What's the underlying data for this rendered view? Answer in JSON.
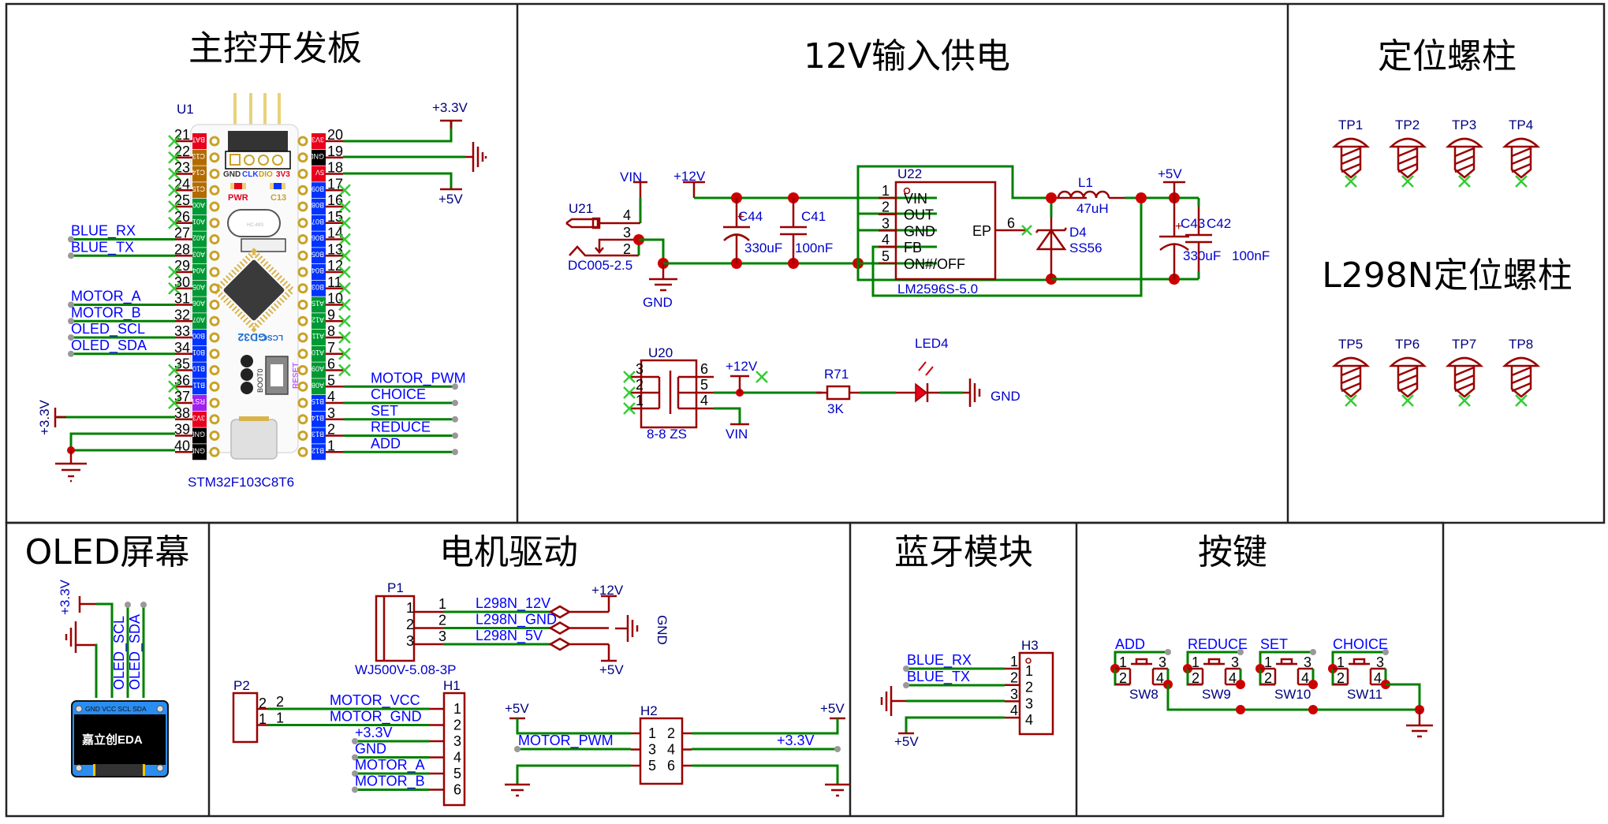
{
  "sections": {
    "mcu": {
      "title": "主控开发板"
    },
    "power": {
      "title": "12V输入供电"
    },
    "standoffs": {
      "title": "定位螺柱",
      "subtitle": "L298N定位螺柱"
    },
    "oled": {
      "title": "OLED屏幕"
    },
    "motor": {
      "title": "电机驱动"
    },
    "bluetooth": {
      "title": "蓝牙模块"
    },
    "keys": {
      "title": "按键"
    }
  },
  "mcu": {
    "designator": "U1",
    "part": "STM32F103C8T6",
    "brand": "GD32",
    "logo": "LCSC",
    "boot_label": "BOOT0",
    "reset_label": "RESET",
    "led_labels": [
      "PWR",
      "C13"
    ],
    "swd_labels": [
      "GND",
      "CLK",
      "DIO",
      "3V3"
    ],
    "crystal_label": "HC-49S",
    "left_pins": [
      {
        "num": "21",
        "name": "BAT",
        "color": "#e8001c",
        "net": "",
        "nc": true
      },
      {
        "num": "22",
        "name": "C13",
        "color": "#b36b00",
        "net": "",
        "nc": true
      },
      {
        "num": "23",
        "name": "C14",
        "color": "#b36b00",
        "net": "",
        "nc": true
      },
      {
        "num": "24",
        "name": "C15",
        "color": "#b36b00",
        "net": "",
        "nc": true
      },
      {
        "num": "25",
        "name": "A00",
        "color": "#009933",
        "net": "",
        "nc": true
      },
      {
        "num": "26",
        "name": "A01",
        "color": "#009933",
        "net": "",
        "nc": true
      },
      {
        "num": "27",
        "name": "A02",
        "color": "#009933",
        "net": "BLUE_RX",
        "nc": false
      },
      {
        "num": "28",
        "name": "A03",
        "color": "#009933",
        "net": "BLUE_TX",
        "nc": false
      },
      {
        "num": "29",
        "name": "A04",
        "color": "#009933",
        "net": "",
        "nc": true
      },
      {
        "num": "30",
        "name": "A05",
        "color": "#009933",
        "net": "",
        "nc": true
      },
      {
        "num": "31",
        "name": "A06",
        "color": "#009933",
        "net": "MOTOR_A",
        "nc": false
      },
      {
        "num": "32",
        "name": "A07",
        "color": "#009933",
        "net": "MOTOR_B",
        "nc": false
      },
      {
        "num": "33",
        "name": "B00",
        "color": "#0033ff",
        "net": "OLED_SCL",
        "nc": false
      },
      {
        "num": "34",
        "name": "B01",
        "color": "#0033ff",
        "net": "OLED_SDA",
        "nc": false
      },
      {
        "num": "35",
        "name": "B10",
        "color": "#0033ff",
        "net": "",
        "nc": true
      },
      {
        "num": "36",
        "name": "B11",
        "color": "#0033ff",
        "net": "",
        "nc": true
      },
      {
        "num": "37",
        "name": "RST",
        "color": "#a020f0",
        "net": "",
        "nc": true
      },
      {
        "num": "38",
        "name": "3V3",
        "color": "#e8001c",
        "net": "+3.3V",
        "nc": false
      },
      {
        "num": "39",
        "name": "GND",
        "color": "#000000",
        "net": "GND",
        "nc": false
      },
      {
        "num": "40",
        "name": "GND",
        "color": "#000000",
        "net": "GND",
        "nc": false
      }
    ],
    "right_pins": [
      {
        "num": "20",
        "name": "3V3",
        "color": "#e8001c",
        "net": "+3.3V",
        "nc": false
      },
      {
        "num": "19",
        "name": "GND",
        "color": "#000000",
        "net": "GND",
        "nc": false
      },
      {
        "num": "18",
        "name": "5V",
        "color": "#e8001c",
        "net": "+5V",
        "nc": false
      },
      {
        "num": "17",
        "name": "B09",
        "color": "#0033ff",
        "net": "",
        "nc": true
      },
      {
        "num": "16",
        "name": "B08",
        "color": "#0033ff",
        "net": "",
        "nc": true
      },
      {
        "num": "15",
        "name": "B07",
        "color": "#0033ff",
        "net": "",
        "nc": true
      },
      {
        "num": "14",
        "name": "B06",
        "color": "#0033ff",
        "net": "",
        "nc": true
      },
      {
        "num": "13",
        "name": "B05",
        "color": "#0033ff",
        "net": "",
        "nc": true
      },
      {
        "num": "12",
        "name": "B04",
        "color": "#0033ff",
        "net": "",
        "nc": true
      },
      {
        "num": "11",
        "name": "B03",
        "color": "#0033ff",
        "net": "",
        "nc": true
      },
      {
        "num": "10",
        "name": "A15",
        "color": "#009933",
        "net": "",
        "nc": true
      },
      {
        "num": "9",
        "name": "A12",
        "color": "#009933",
        "net": "",
        "nc": true
      },
      {
        "num": "8",
        "name": "A11",
        "color": "#009933",
        "net": "",
        "nc": true
      },
      {
        "num": "7",
        "name": "A10",
        "color": "#009933",
        "net": "",
        "nc": true
      },
      {
        "num": "6",
        "name": "A09",
        "color": "#009933",
        "net": "",
        "nc": true
      },
      {
        "num": "5",
        "name": "A08",
        "color": "#009933",
        "net": "MOTOR_PWM",
        "nc": false
      },
      {
        "num": "4",
        "name": "B15",
        "color": "#0033ff",
        "net": "CHOICE",
        "nc": false
      },
      {
        "num": "3",
        "name": "B14",
        "color": "#0033ff",
        "net": "SET",
        "nc": false
      },
      {
        "num": "2",
        "name": "B13",
        "color": "#0033ff",
        "net": "REDUCE",
        "nc": false
      },
      {
        "num": "1",
        "name": "B12",
        "color": "#0033ff",
        "net": "ADD",
        "nc": false
      }
    ],
    "power_labels": {
      "v33": "+3.3V",
      "v5": "+5V",
      "v33_left": "+3.3V"
    }
  },
  "power": {
    "vin_label": "VIN",
    "v12_label": "+12V",
    "gnd_label": "GND",
    "v5_label": "+5V",
    "jack": {
      "designator": "U21",
      "part": "DC005-2.5",
      "pins": [
        "4",
        "3",
        "2"
      ]
    },
    "c44": {
      "designator": "C44",
      "value": "330uF"
    },
    "c41": {
      "designator": "C41",
      "value": "100nF"
    },
    "c43": {
      "designator": "C43",
      "value": "330uF"
    },
    "c42": {
      "designator": "C42",
      "value": "100nF"
    },
    "regulator": {
      "designator": "U22",
      "part": "LM2596S-5.0",
      "pins": [
        {
          "num": "1",
          "name": "VIN"
        },
        {
          "num": "2",
          "name": "OUT"
        },
        {
          "num": "3",
          "name": "GND"
        },
        {
          "num": "4",
          "name": "FB"
        },
        {
          "num": "5",
          "name": "ON#/OFF"
        }
      ],
      "ep_pin": {
        "num": "6",
        "name": "EP"
      }
    },
    "inductor": {
      "designator": "L1",
      "value": "47uH"
    },
    "diode": {
      "designator": "D4",
      "value": "SS56"
    },
    "switch": {
      "designator": "U20",
      "part": "8-8 ZS",
      "pins": [
        "3",
        "2",
        "1",
        "6",
        "5",
        "4"
      ]
    },
    "resistor": {
      "designator": "R71",
      "value": "3K"
    },
    "led": {
      "designator": "LED4"
    },
    "switch_v12": "+12V",
    "switch_vin": "VIN",
    "led_gnd": "GND"
  },
  "standoffs": {
    "top": [
      "TP1",
      "TP2",
      "TP3",
      "TP4"
    ],
    "bottom": [
      "TP5",
      "TP6",
      "TP7",
      "TP8"
    ]
  },
  "oled": {
    "v33": "+3.3V",
    "nets": [
      "OLED_SCL",
      "OLED_SDA"
    ],
    "pin_labels": "GND VCC SCL  SDA",
    "screen_text": "嘉立创EDA"
  },
  "motor": {
    "p1": {
      "designator": "P1",
      "part": "WJ500V-5.08-3P",
      "pins": [
        "1",
        "2",
        "3"
      ]
    },
    "p1_nets": [
      "L298N_12V",
      "L298N_GND",
      "L298N_5V"
    ],
    "p1_power": {
      "v12": "+12V",
      "gnd": "GND",
      "v5": "+5V"
    },
    "p2": {
      "designator": "P2",
      "pins": [
        "2",
        "1"
      ]
    },
    "h1": {
      "designator": "H1",
      "pins": [
        "1",
        "2",
        "3",
        "4",
        "5",
        "6"
      ]
    },
    "h1_nets": [
      "MOTOR_VCC",
      "MOTOR_GND",
      "+3.3V",
      "GND",
      "MOTOR_A",
      "MOTOR_B"
    ],
    "h2": {
      "designator": "H2",
      "pins_left": [
        "1",
        "3",
        "5"
      ],
      "pins_right": [
        "2",
        "4",
        "6"
      ]
    },
    "h2_nets": {
      "left_power": "+5V",
      "right_power": "+5V",
      "pwm": "MOTOR_PWM",
      "v33": "+3.3V"
    }
  },
  "bluetooth": {
    "h3": {
      "designator": "H3",
      "pins": [
        "1",
        "2",
        "3",
        "4"
      ]
    },
    "nets": [
      "BLUE_RX",
      "BLUE_TX"
    ],
    "v5": "+5V"
  },
  "keys": {
    "switches": [
      {
        "designator": "SW8",
        "net": "ADD"
      },
      {
        "designator": "SW9",
        "net": "REDUCE"
      },
      {
        "designator": "SW10",
        "net": "SET"
      },
      {
        "designator": "SW11",
        "net": "CHOICE"
      }
    ],
    "pin_nums": [
      "1",
      "3",
      "2",
      "4"
    ]
  },
  "colors": {
    "wire": "#008000",
    "part": "#990000",
    "net_label": "#0000ff",
    "junction": "#cc0000",
    "no_connect": "#33cc33"
  }
}
